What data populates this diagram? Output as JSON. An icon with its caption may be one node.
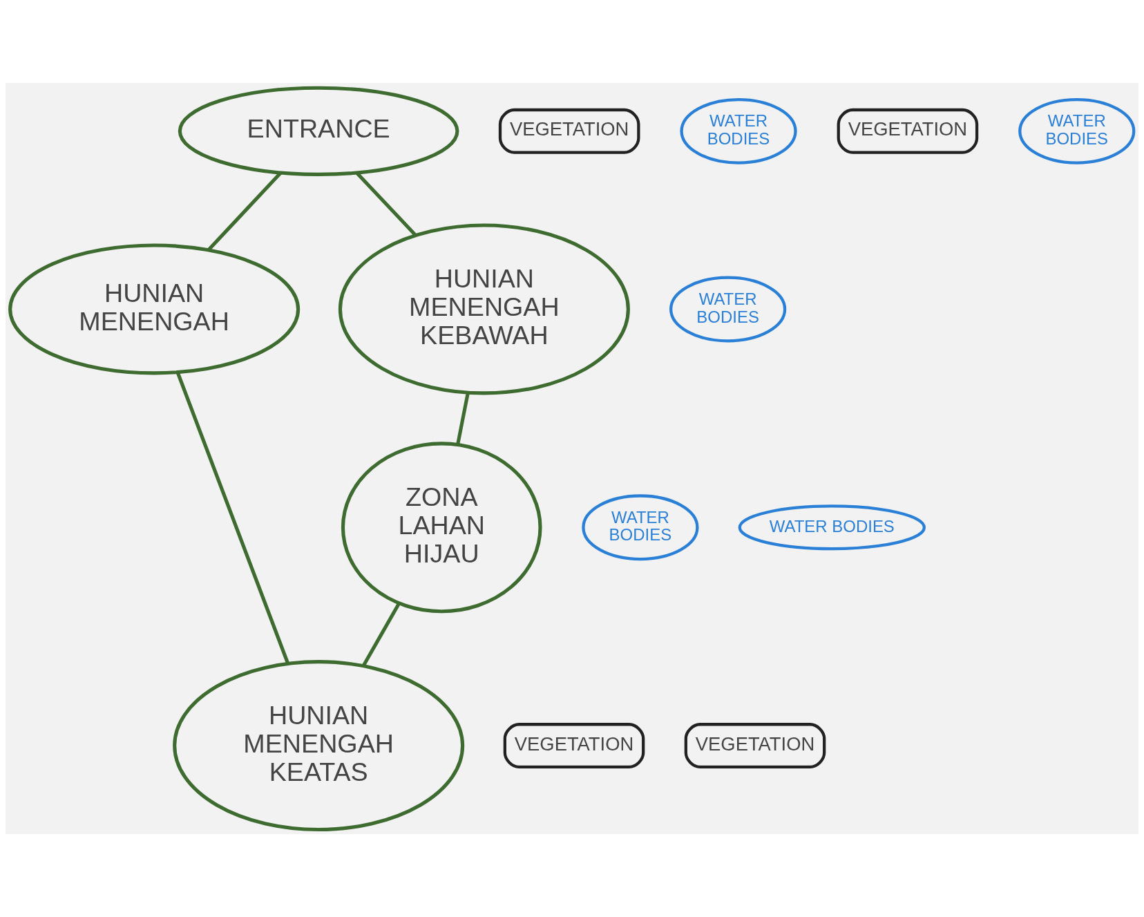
{
  "diagram": {
    "nodes": [
      {
        "text": [
          "ENTRANCE"
        ]
      },
      {
        "text": [
          "VEGETATION"
        ]
      },
      {
        "text": [
          "WATER BODIES"
        ]
      },
      {
        "text": [
          "HUNIAN MENENGAH"
        ]
      },
      {
        "text": [
          "VEGETATION"
        ]
      },
      {
        "text": [
          "WATER BODIES"
        ]
      },
      {
        "text": [
          "HUNIAN MENENGAH KEBAWAH"
        ]
      },
      {
        "text": [
          "WATER BODIES"
        ]
      },
      {
        "text": [
          "ZONA LAHAN HIJAU"
        ]
      },
      {
        "text": [
          "WATER BODIES"
        ]
      },
      {
        "text": [
          "VEGETATION"
        ]
      },
      {
        "text": [
          "WATER BODIES"
        ]
      },
      {
        "text": [
          "VEGETATION"
        ]
      },
      {
        "text": [
          "HUNIAN MENENGAH KEATAS"
        ]
      }
    ],
    "edges": [
      {
        "from": 0,
        "to": 6,
        "arrow": "none"
      },
      {
        "from": 0,
        "to": 3,
        "arrow": "none"
      },
      {
        "from": 3,
        "to": 13,
        "arrow": "none"
      },
      {
        "from": 8,
        "to": 13,
        "arrow": "none"
      },
      {
        "from": 6,
        "to": 8,
        "arrow": "none"
      }
    ]
  }
}
